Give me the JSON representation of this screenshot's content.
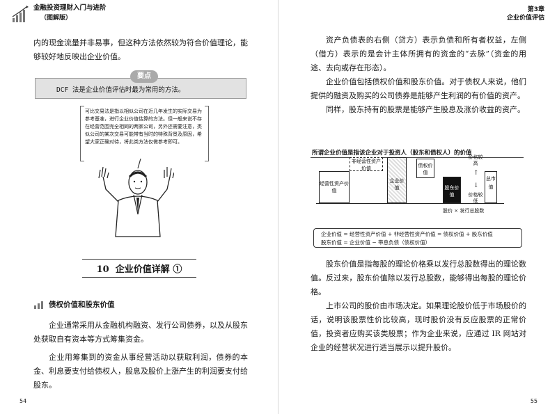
{
  "header": {
    "book_title": "金融投资理财入门与进阶",
    "book_subtitle": "（图解版）",
    "chapter": "第3章",
    "chapter_title": "企业价值评估"
  },
  "left": {
    "intro": "内的现金流量并非易事，但这种方法依然较为符合价值理论，能够较好地反映出企业价值。",
    "key_tag": "要点",
    "key_text": "DCF 法是企业价值评估时最为常用的方法。",
    "bubble": "可比交易法是指以相似公司在近几年发生的实际交易为参考基准，进行企业价值估算的方法。但一般来说不存在经营范围完全相同的两家公司，另外还需要注意，类似公司的某次交易可能带有当时的特殊背景及原因，希望大家正确对待，将此类方法仅做参考即可。",
    "section_number": "10",
    "section_title": "企业价值详解",
    "section_circle": "①",
    "sub_head": "债权价值和股东价值",
    "para1": "企业通常采用从金融机构融资、发行公司债券，以及从股东处获取自有资本等方式筹集资金。",
    "para2": "企业用筹集到的资金从事经营活动以获取利润，债券的本金、利息要支付给债权人，股息及股价上涨产生的利润要支付给股东。",
    "page_number": "54"
  },
  "right": {
    "para1": "资产负债表的右侧（贷方）表示负债和所有者权益，左侧（借方）表示的是会计主体所拥有的资金的“去脉”（资金的用途、去向或存在形态）。",
    "para2": "企业价值包括债权价值和股东价值。对于债权人来说，他们提供的融资及购买的公司债券是能够产生利润的有价值的资产。",
    "para3": "同样，股东持有的股票是能够产生股息及涨价收益的资产。",
    "chart_title": "所谓企业价值是指该企业对于投资人（股东和债权人）的价值",
    "boxes": {
      "operating": "经营性资产价值",
      "non_operating": "非经营性资产价值",
      "enterprise": "企业价值",
      "debt": "债权价值",
      "equity": "股东价值",
      "total": "总市值",
      "price_high": "价格较高",
      "price_low": "价格较低",
      "share_calc": "股价 × 发行总股数"
    },
    "formula1": "企业价值 = 经营性资产价值 + 非经营性资产价值 = 债权价值 + 股东价值",
    "formula2": "股东价值 = 企业价值 − 带息负债（债权价值）",
    "para4": "股东价值是指每股的理论价格乘以发行总股数得出的理论数值。反过来，股东价值除以发行总股数，能够得出每股的理论价格。",
    "para5": "上市公司的股价由市场决定。如果理论股价低于市场股价的话，说明该股票性价比较高，现时股价没有反应股票的正常价值，投资者应购买该类股票；作为企业来说，应通过 IR 网站对企业的经营状况进行适当展示以提升股价。",
    "page_number": "55"
  }
}
